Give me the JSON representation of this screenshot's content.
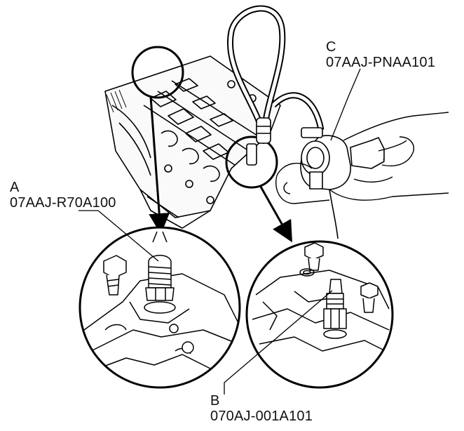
{
  "callouts": {
    "a": {
      "letter": "A",
      "part_number": "07AAJ-R70A100"
    },
    "b": {
      "letter": "B",
      "part_number": "070AJ-001A101"
    },
    "c": {
      "letter": "C",
      "part_number": "07AAJ-PNAA101"
    }
  }
}
